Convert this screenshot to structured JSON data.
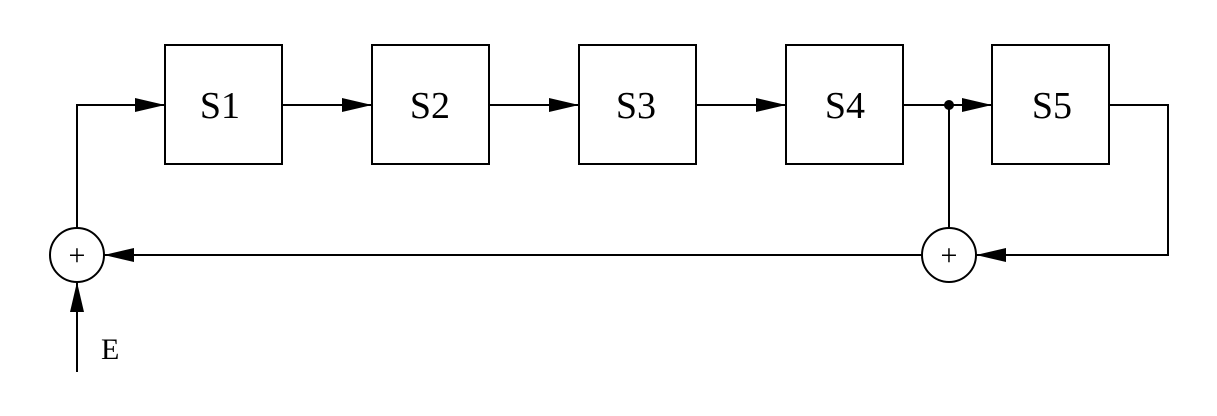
{
  "diagram": {
    "stages": [
      {
        "label": "S1"
      },
      {
        "label": "S2"
      },
      {
        "label": "S3"
      },
      {
        "label": "S4"
      },
      {
        "label": "S5"
      }
    ],
    "summers": {
      "feedback": {
        "symbol": "+"
      },
      "input": {
        "symbol": "+"
      }
    },
    "input_label": "E",
    "colors": {
      "stroke": "#000000",
      "background": "#ffffff"
    }
  }
}
